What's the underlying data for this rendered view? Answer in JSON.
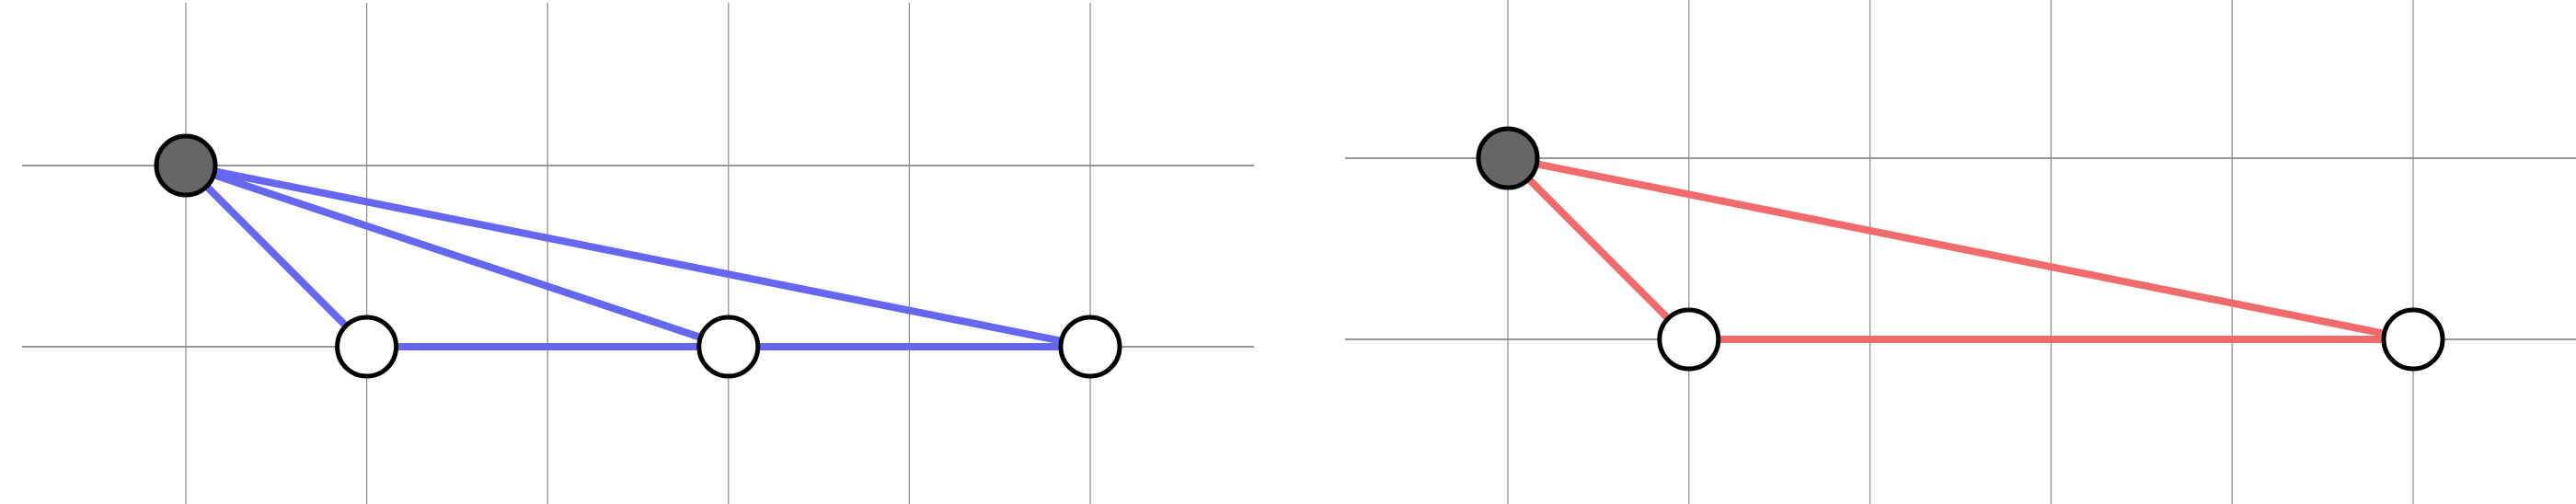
{
  "colors": {
    "left_edge": "#6666ee",
    "right_edge": "#f06b6b",
    "source_node": "#666666",
    "node": "#ffffff",
    "grid": "#888888"
  },
  "graphs": [
    {
      "name": "left-graph",
      "edge_color_key": "left_edge",
      "grid_columns": 6,
      "grid_rows": 2,
      "nodes": [
        {
          "id": "a",
          "col": 0,
          "row": 0,
          "filled": true
        },
        {
          "id": "b",
          "col": 1,
          "row": 1,
          "filled": false
        },
        {
          "id": "c",
          "col": 3,
          "row": 1,
          "filled": false
        },
        {
          "id": "d",
          "col": 5,
          "row": 1,
          "filled": false
        }
      ],
      "edges": [
        [
          "a",
          "b"
        ],
        [
          "a",
          "c"
        ],
        [
          "a",
          "d"
        ],
        [
          "b",
          "c"
        ],
        [
          "c",
          "d"
        ]
      ]
    },
    {
      "name": "right-graph",
      "edge_color_key": "right_edge",
      "grid_columns": 6,
      "grid_rows": 2,
      "nodes": [
        {
          "id": "a",
          "col": 0,
          "row": 0,
          "filled": true
        },
        {
          "id": "b",
          "col": 1,
          "row": 1,
          "filled": false
        },
        {
          "id": "d",
          "col": 5,
          "row": 1,
          "filled": false
        }
      ],
      "edges": [
        [
          "a",
          "b"
        ],
        [
          "a",
          "d"
        ],
        [
          "b",
          "d"
        ]
      ]
    }
  ]
}
